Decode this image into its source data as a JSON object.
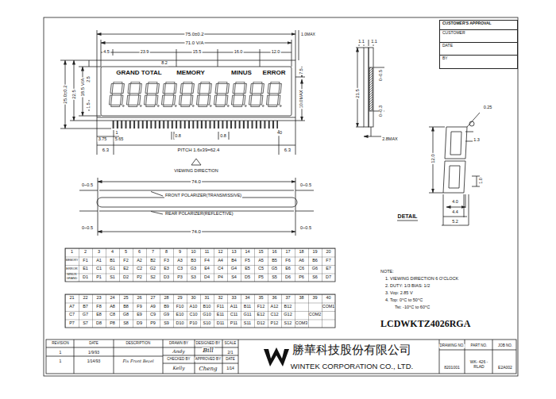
{
  "diagram": {
    "nodes": [
      {
        "text": [
          "CUSTOMER'S APPROVAL",
          "CUSTOMER",
          "DATE",
          "BY"
        ]
      }
    ],
    "labels": [
      "75.0±0.2",
      "1.0MAX",
      "71.0 V/A",
      "4.5",
      "23.9",
      "15.5",
      "16.0",
      "12.0",
      "8.2",
      "GRAND TOTAL",
      "MEMORY",
      "MINUS",
      "ERROR",
      "25.0±0.2",
      "22.5",
      "18.5 V/A",
      "2.5",
      "1.5",
      "7.5",
      "10.0MAX",
      "1",
      "3.75",
      "5.65",
      "0.8",
      "0.8",
      "40",
      "6.3",
      "PITCH 1.6x39=62.4",
      "6.3",
      "VIEWING DIRECTION",
      "1.1",
      "1.1",
      "0~0.5",
      "21.5",
      "0~0.3",
      "2.8MAX",
      "0.25",
      "1.3",
      "12.0",
      "1.0",
      "4.0",
      "4.4",
      "5.2",
      "DETAIL",
      "0~0.5",
      "74.0",
      "0~0.5",
      "FRONT POLARIZER(TRANSMISSIVE)",
      "REAR POLARIZER(REFLECTIVE)",
      "0~0.5",
      "74.0",
      "0~0.5",
      "NOTE:",
      "1. VIEWING DIRECTION 6 O'CLOCK",
      "2. DUTY: 1/3 BIAS: 1/2",
      "3. Vop: 2.85 V",
      "4. Top: 0°C to 50°C",
      "Tst: -10°C to 60°C",
      "LCDWKTZ4026RGA",
      "REVISION",
      "DATE",
      "DESCRIPTION",
      "DRAWN BY",
      "DESIGNED BY",
      "SCALE",
      "1",
      "1/9/93",
      "1",
      "1/14/93",
      "Fix Front Bezel",
      "Andy",
      "Bill",
      "2/1",
      "CHECKED BY",
      "APPROVED BY",
      "DATE",
      "Kelly",
      "Cheng",
      "1/14",
      "勝華科技股份有限公司",
      "WINTEK CORPORATION CO., LTD.",
      "DRAWING NO.",
      "PART NO.",
      "JOB NO.",
      "8201001",
      "WK- 426 -RLAD",
      "E2A002",
      "1",
      "2",
      "3",
      "4",
      "5",
      "6",
      "7",
      "8",
      "9",
      "10",
      "11",
      "12",
      "13",
      "14",
      "15",
      "16",
      "17",
      "18",
      "19",
      "20",
      "MEMORY",
      "F1",
      "A1",
      "B1",
      "F2",
      "A2",
      "B2",
      "F3",
      "A3",
      "B3",
      "F4",
      "A4",
      "B4",
      "F5",
      "A5",
      "B5",
      "F6",
      "A6",
      "B6",
      "F7",
      "ERROR",
      "E1",
      "C1",
      "G1",
      "E2",
      "C2",
      "G2",
      "E3",
      "C3",
      "G3",
      "E4",
      "C4",
      "G4",
      "E5",
      "C5",
      "G5",
      "E6",
      "C6",
      "G6",
      "E7",
      "MINUS",
      "GRAND",
      "D1",
      "P1",
      "S1",
      "D2",
      "P2",
      "S2",
      "D3",
      "P3",
      "S3",
      "D4",
      "P4",
      "S4",
      "D5",
      "P5",
      "S5",
      "D6",
      "P6",
      "S6",
      "D7",
      "21",
      "22",
      "23",
      "24",
      "25",
      "26",
      "27",
      "28",
      "29",
      "30",
      "31",
      "32",
      "33",
      "34",
      "35",
      "36",
      "37",
      "38",
      "39",
      "40",
      "A7",
      "B7",
      "F8",
      "A8",
      "B8",
      "F9",
      "A9",
      "B9",
      "F10",
      "A10",
      "B10",
      "F11",
      "A11",
      "B11",
      "F12",
      "A12",
      "B12",
      "COM1",
      "C7",
      "G7",
      "E8",
      "C8",
      "G8",
      "E9",
      "C9",
      "G9",
      "E10",
      "C10",
      "G10",
      "E11",
      "C11",
      "G11",
      "E12",
      "C12",
      "G12",
      "COM2",
      "P7",
      "S7",
      "D8",
      "P8",
      "S8",
      "D9",
      "P9",
      "S9",
      "D10",
      "P10",
      "S10",
      "D11",
      "P11",
      "S11",
      "D12",
      "P12",
      "S12",
      "COM3"
    ]
  }
}
